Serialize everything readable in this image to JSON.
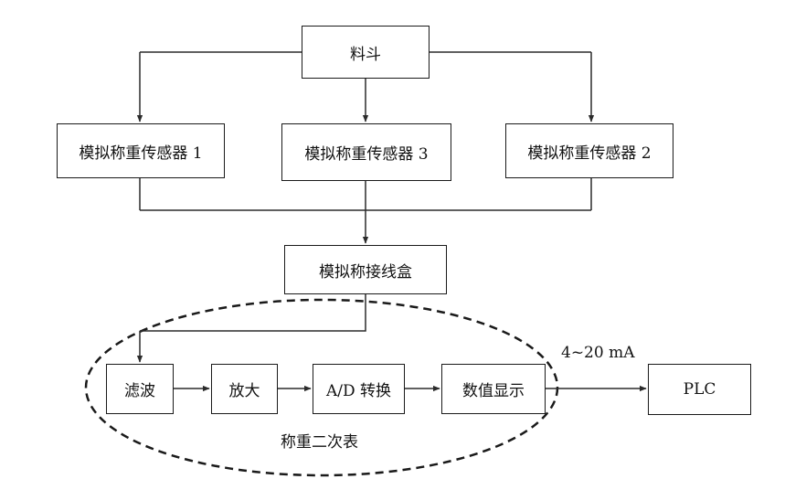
{
  "diagram": {
    "nodes": {
      "hopper": "料斗",
      "sensor_1": "模拟称重传感器 1",
      "sensor_3": "模拟称重传感器 3",
      "sensor_2": "模拟称重传感器 2",
      "junction_box": "模拟称接线盒",
      "filter": "滤波",
      "amplify": "放大",
      "ad_convert": "A/D 转换",
      "display": "数值显示",
      "plc": "PLC"
    },
    "signal_label": "4~20 mA",
    "group_label": "称重二次表",
    "line_color": "#2b2b2b"
  }
}
